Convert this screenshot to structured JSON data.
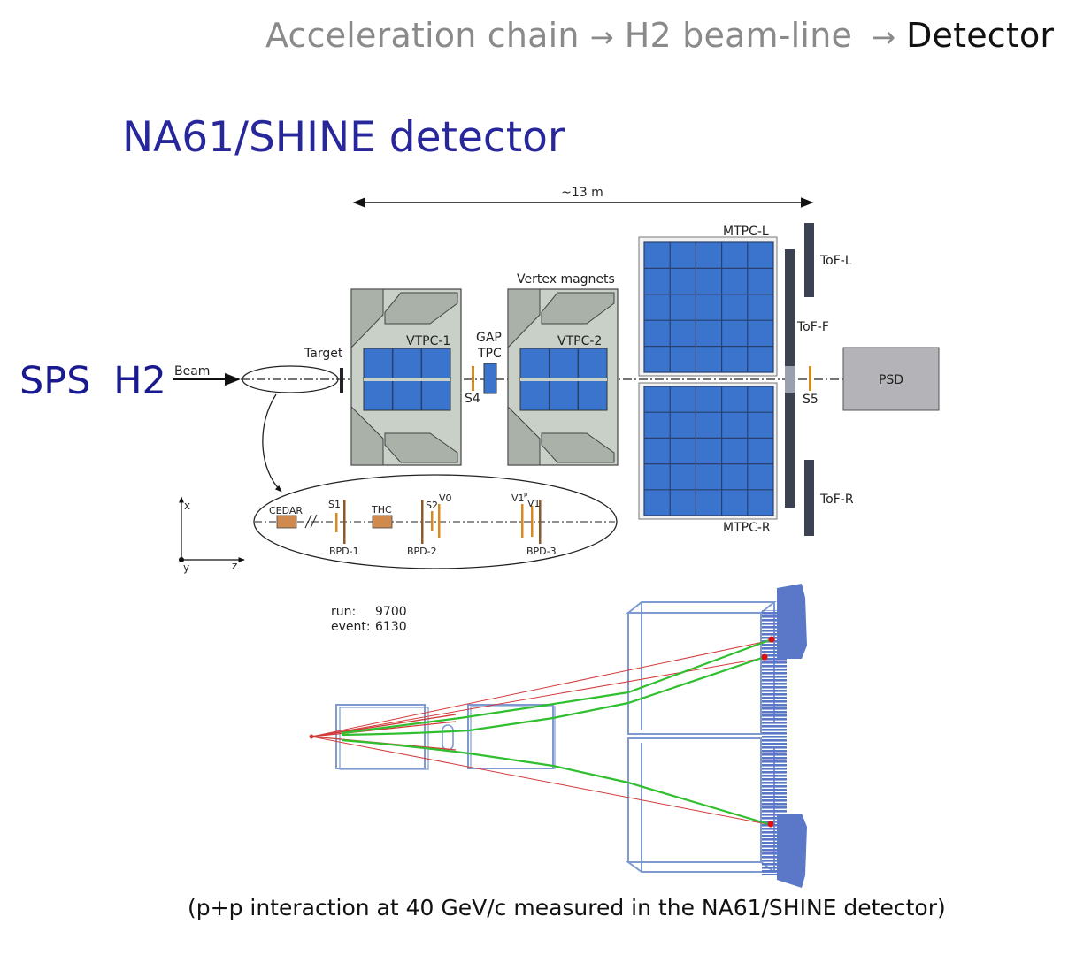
{
  "breadcrumb": {
    "items": [
      "Acceleration chain",
      "H2 beam-line",
      "Detector"
    ],
    "separator": "→",
    "current_index": 2
  },
  "title": "NA61/SHINE detector",
  "beam_source": "SPS  H2",
  "layout_diagram": {
    "length_label": "~13 m",
    "beam_label": "Beam",
    "target_label": "Target",
    "vertex_magnets_label": "Vertex magnets",
    "vtpc1_label": "VTPC-1",
    "vtpc2_label": "VTPC-2",
    "gap_tpc_label": [
      "GAP",
      "TPC"
    ],
    "s4_label": "S4",
    "s5_label": "S5",
    "mtpc_l_label": "MTPC-L",
    "mtpc_r_label": "MTPC-R",
    "tof_l_label": "ToF-L",
    "tof_f_label": "ToF-F",
    "tof_r_label": "ToF-R",
    "psd_label": "PSD",
    "beamline_inset": {
      "cedar_label": "CEDAR",
      "s1_label": "S1",
      "thc_label": "THC",
      "s2_label": "S2",
      "v0_label": "V0",
      "v1p_label": "V1",
      "v1p_sup": "p",
      "v1_label": "V1",
      "bpd1_label": "BPD-1",
      "bpd2_label": "BPD-2",
      "bpd3_label": "BPD-3"
    },
    "axes": {
      "x": "x",
      "y": "y",
      "z": "z"
    }
  },
  "event_display": {
    "run_label": "run:",
    "run_value": "9700",
    "event_label": "event:",
    "event_value": "6130"
  },
  "caption": "(p+p interaction at 40 GeV/c measured in the NA61/SHINE detector)",
  "colors": {
    "title": "#27279b",
    "tpc_blue": "#3b74cc",
    "magnet_grey": "#c9d0c8",
    "scintillator_orange": "#d98a1f",
    "cedar_brown": "#d18a4d",
    "tof_dark": "#3d4253",
    "psd_grey": "#b4b4b8",
    "track_green": "#2fbf2f",
    "track_red": "#d23a3a",
    "chamber_outline": "#7e9ad1"
  }
}
